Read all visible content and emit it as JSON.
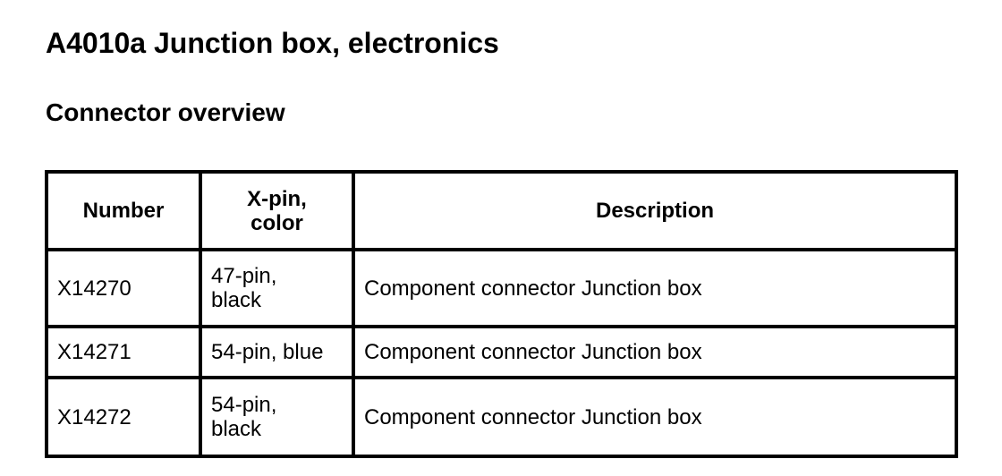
{
  "page": {
    "title": "A4010a Junction box, electronics",
    "section_heading": "Connector overview",
    "background_color": "#ffffff",
    "text_color": "#000000"
  },
  "connector_table": {
    "border_color": "#000000",
    "headers": {
      "number": "Number",
      "pin_color": "X-pin,\ncolor",
      "description": "Description"
    },
    "rows": [
      {
        "number": "X14270",
        "pin_color": "47-pin,\nblack",
        "description": "Component connector Junction box"
      },
      {
        "number": "X14271",
        "pin_color": "54-pin, blue",
        "description": "Component connector Junction box"
      },
      {
        "number": "X14272",
        "pin_color": "54-pin,\nblack",
        "description": "Component connector Junction box"
      }
    ]
  }
}
